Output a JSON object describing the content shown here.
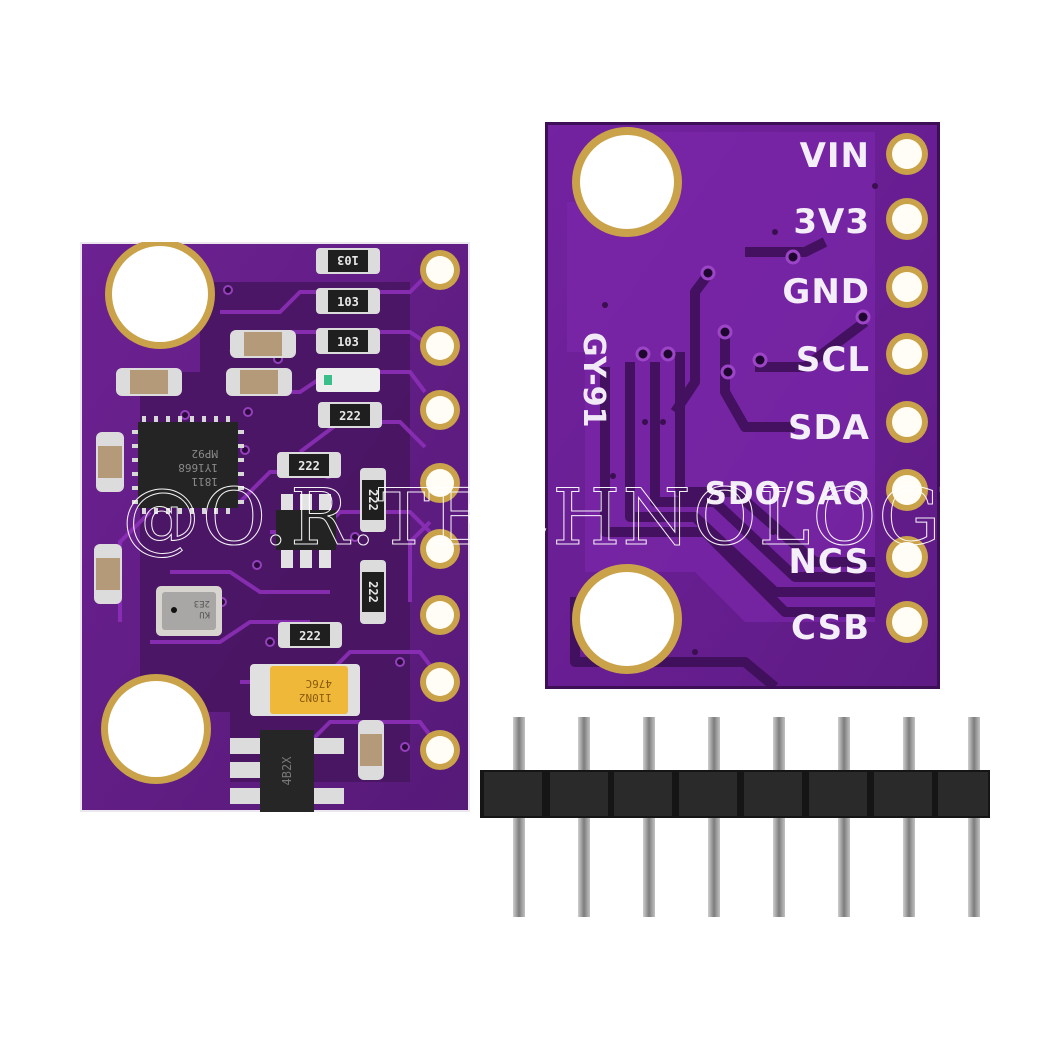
{
  "scene": {
    "description": "GY-91 sensor module product photo: front and back of purple PCB plus an 8-pin male header strip",
    "background": "#ffffff",
    "colors": {
      "pcb_purple": "#6b1d8f",
      "pcb_dark": "#43135e",
      "trace": "#8a2db5",
      "gold_ring": "#c9a24a",
      "pad_silver": "#d9d9d9",
      "header_black": "#1b1b1b",
      "pin_metal": "#a9a9a9",
      "capacitor_yellow": "#f0b838",
      "mlcc_tan": "#b49a78"
    }
  },
  "back_board": {
    "model_label": "GY-91",
    "pins": [
      {
        "label": "VIN"
      },
      {
        "label": "3V3"
      },
      {
        "label": "GND"
      },
      {
        "label": "SCL"
      },
      {
        "label": "SDA"
      },
      {
        "label": "SDO/SAO"
      },
      {
        "label": "NCS"
      },
      {
        "label": "CSB"
      }
    ]
  },
  "front_board": {
    "resistor_markings": [
      "103",
      "103",
      "103",
      "222",
      "222",
      "222",
      "222",
      "222"
    ],
    "ic_markings": {
      "imu": "MP92 1Y1668 1811",
      "baro": "KU 2E3",
      "tantalum_cap": "476C 110N2",
      "regulator": "4B2X"
    },
    "pin_count": 8
  },
  "header": {
    "pin_count": 8
  },
  "watermark": {
    "text": "@O.R.TECHNOLOGY"
  }
}
